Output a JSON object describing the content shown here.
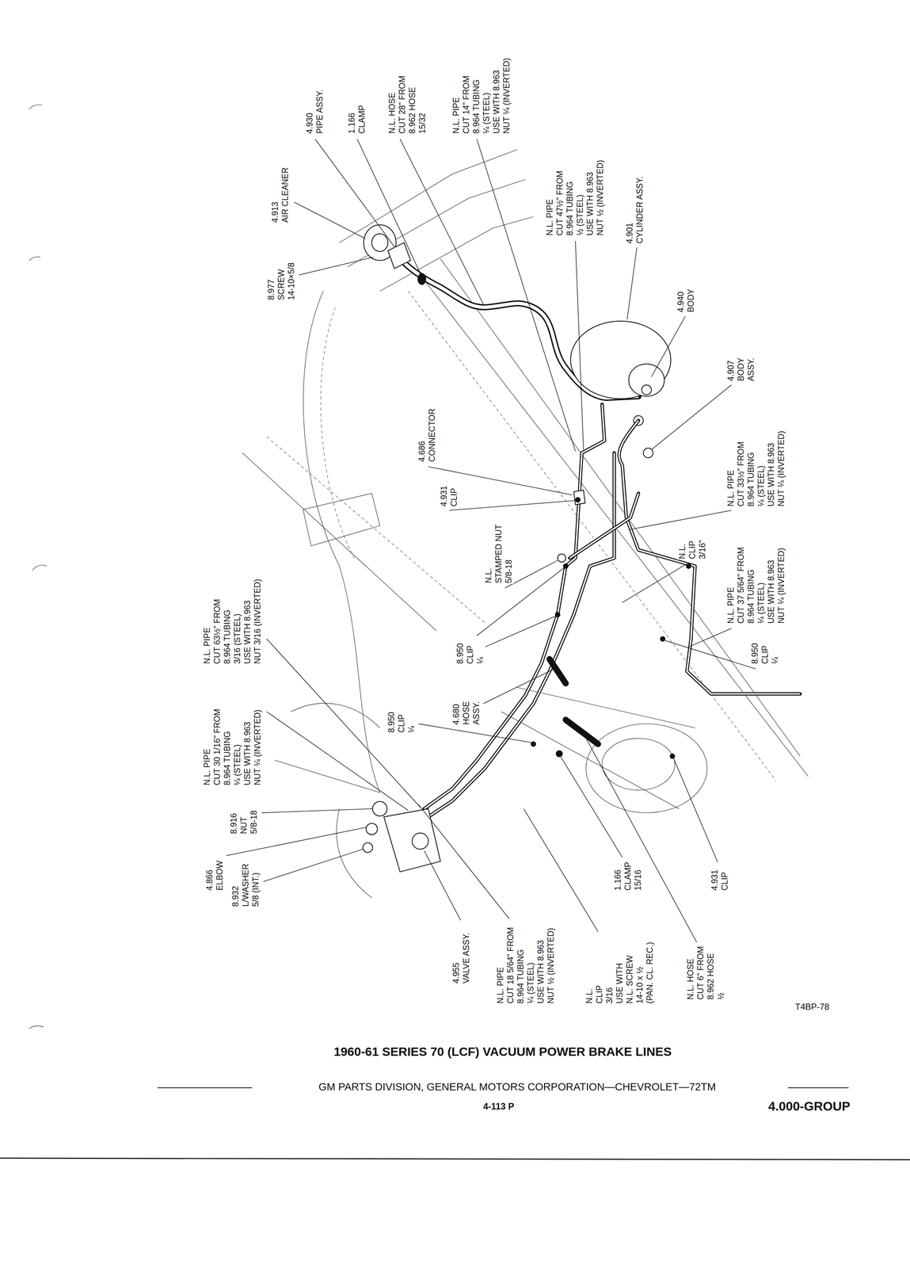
{
  "diagram": {
    "title": "1960-61 SERIES 70 (LCF) VACUUM POWER BRAKE LINES",
    "labels": [
      "4.930 PIPE ASSY.",
      "1.166 CLAMP",
      "N.L. HOSE CUT 28\" FROM 8.962 HOSE 15/32",
      "N.L. PIPE CUT 14\" FROM 8.964 TUBING ¼ (STEEL) USE WITH 8.963 NUT ¼ (INVERTED)",
      "4.913 AIR CLEANER",
      "8.977 SCREW 14-10×5/8",
      "N.L. PIPE CUT 47½\" FROM 8.964 TUBING ½ (STEEL) USE WITH 8.963 NUT ½ (INVERTED)",
      "4.901 CYLINDER ASSY.",
      "4.940 BODY",
      "4.907 BODY ASSY.",
      "4.686 CONNECTOR",
      "4.931 CLIP",
      "N.L. PIPE CUT 33½\" FROM 8.964 TUBING ¼ (STEEL) USE WITH 8.963 NUT ¼ (INVERTED)",
      "N.L. CLIP 3/16\"",
      "N.L. STAMPED NUT 5/8-18",
      "N.L. PIPE CUT 37 5/64\" FROM 8.964 TUBING ¼ (STEEL) USE WITH 8.963 NUT ¼ (INVERTED)",
      "8.950 CLIP ¼",
      "N.L. PIPE CUT 63½\" FROM 8.964 TUBING 3/16 (STEEL) USE WITH 8.963 NUT 3/16 (INVERTED)",
      "4.680 HOSE ASSY.",
      "8.950 CLIP ¼",
      "N.L. PIPE CUT 30 1/16\" FROM 8.964 TUBING ¼ (STEEL) USE WITH 8.963 NUT ¼ (INVERTED)",
      "8.950 CLIP ¼",
      "8.916 NUT 5/8-18",
      "4.866 ELBOW",
      "8.932 L/WASHER 5/8 (INT.)",
      "4.955 VALVE ASSY.",
      "N.L. PIPE CUT 18 5/64\" FROM 8.964 TUBING ¼ (STEEL) USE WITH 8.963 NUT ½ (INVERTED)",
      "N.L. CLIP 3/16 USE WITH N.L. SCREW 14-10 x ½ (PAN. CL. REC.)",
      "1.166 CLAMP 15/16",
      "N.L. HOSE CUT 6\" FROM 8.962 HOSE ½",
      "4.931 CLIP",
      "T4BP-78",
      "GM PARTS DIVISION, GENERAL MOTORS CORPORATION—CHEVROLET—72TM",
      "4-113 P",
      "4.000-GROUP"
    ]
  }
}
